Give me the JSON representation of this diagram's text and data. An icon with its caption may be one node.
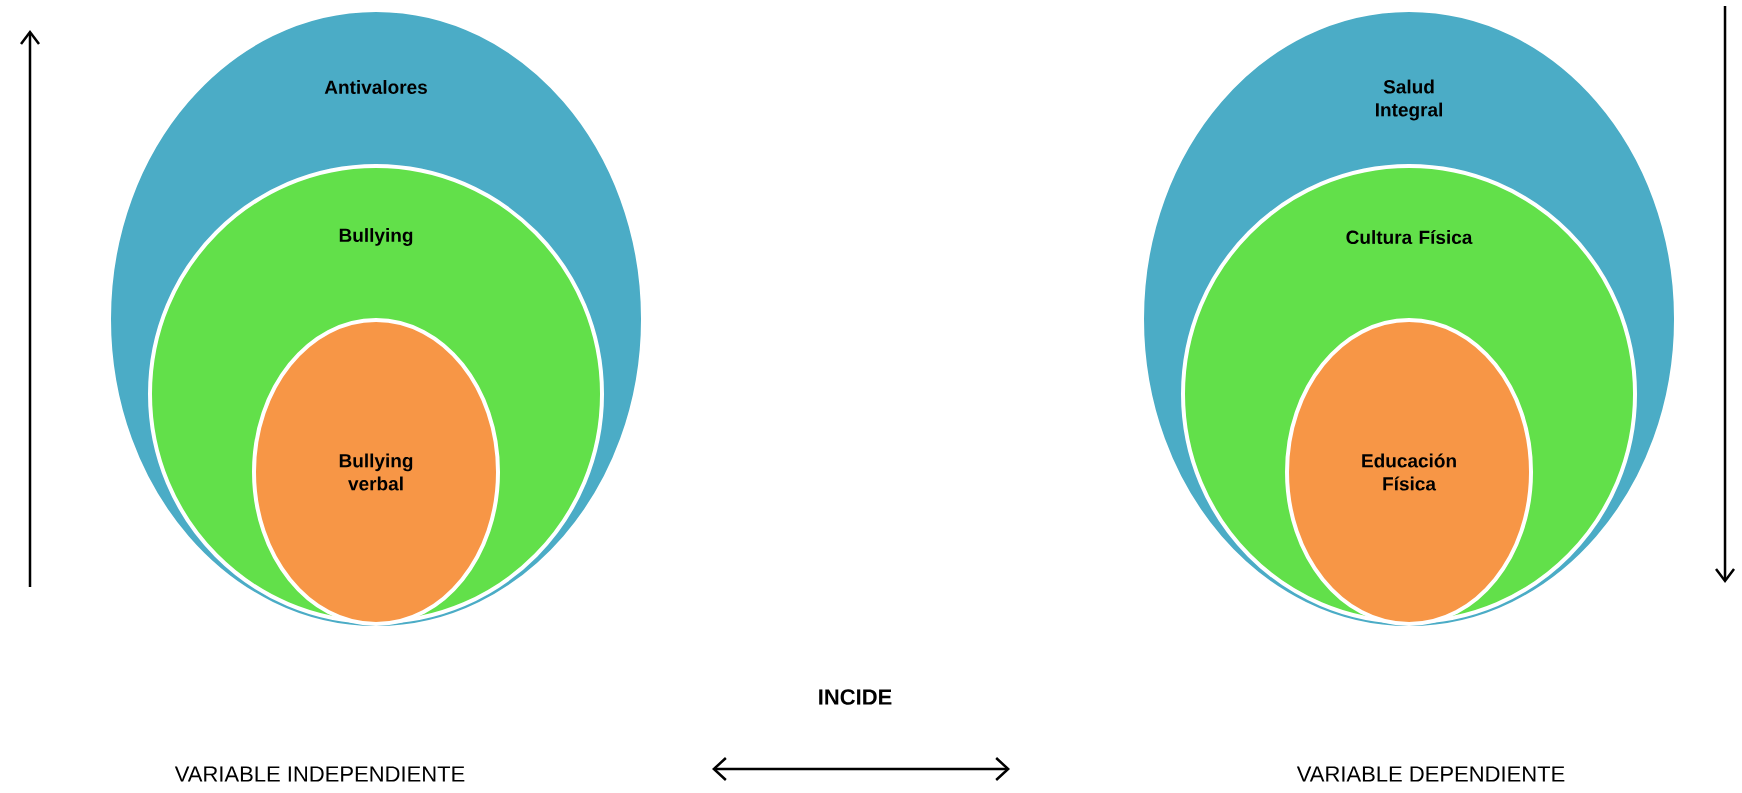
{
  "diagram": {
    "nodes": [
      {
        "text": [
          "Antivalores"
        ]
      },
      {
        "text": [
          "Bullying"
        ],
        "in": 0
      },
      {
        "text": [
          "Bullying verbal"
        ],
        "in": 1
      },
      {
        "text": [
          "Salud Integral"
        ]
      },
      {
        "text": [
          "Cultura Física"
        ],
        "in": 3
      },
      {
        "text": [
          "Educación Física"
        ],
        "in": 4
      }
    ],
    "labels": [
      "INCIDE",
      "VARIABLE INDEPENDIENTE",
      "VARIABLE DEPENDIENTE"
    ]
  }
}
